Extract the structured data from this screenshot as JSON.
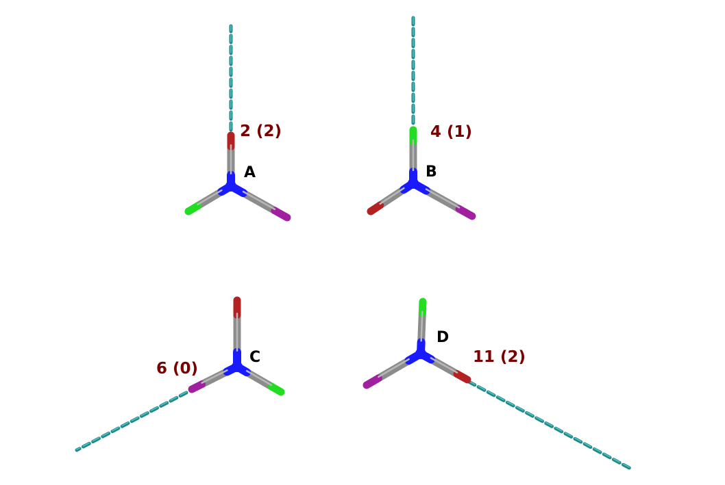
{
  "colors": {
    "nitrogen": "#1a1aff",
    "carbon": "#8c8c8c",
    "red_atom": "#b22222",
    "green_atom": "#22dd22",
    "magenta_atom": "#a020a0",
    "hbond": "#1f8a8a",
    "count_label": "#7a0000"
  },
  "molecules": [
    {
      "id": "A",
      "label": "A",
      "count": "2 (2)"
    },
    {
      "id": "B",
      "label": "B",
      "count": "4 (1)"
    },
    {
      "id": "C",
      "label": "C",
      "count": "6 (0)"
    },
    {
      "id": "D",
      "label": "D",
      "count": "11 (2)"
    }
  ]
}
